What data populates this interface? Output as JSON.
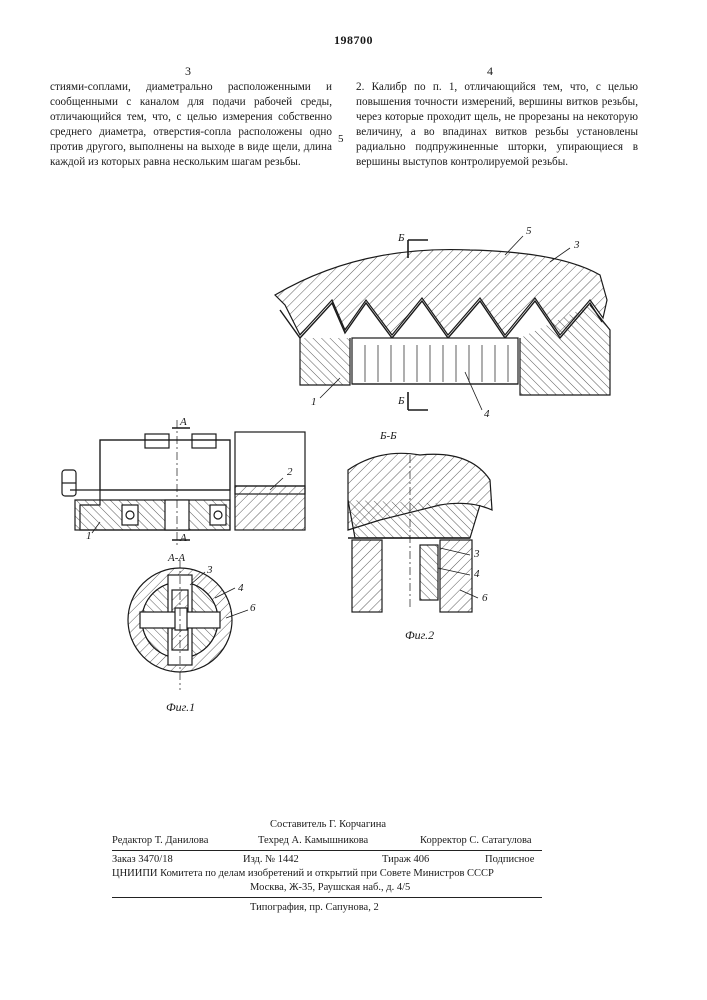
{
  "header": {
    "patent_number": "198700",
    "col_left_number": "3",
    "col_right_number": "4",
    "margin_line_number": "5"
  },
  "text": {
    "left_column": "стиями-соплами, диаметрально расположенными и сообщенными с каналом для подачи рабочей среды, отличающийся тем, что, с целью измерения собственно среднего диаметра, отверстия-сопла расположены одно против другого, выполнены на выходе в виде щели, длина каждой из которых равна нескольким шагам резьбы.",
    "right_column": "2. Калибр по п. 1, отличающийся тем, что, с целью повышения точности измерений, вершины витков резьбы, через которые проходит щель, не прорезаны на некоторую величину, а во впадинах витков резьбы установлены радиально подпружиненные шторки, упирающиеся в вершины выступов контролируемой резьбы."
  },
  "figures": {
    "top_labels": {
      "B_upper": "Б",
      "B_lower": "Б",
      "n5": "5",
      "n3": "3",
      "n1": "1",
      "n4": "4"
    },
    "fig1_labels": {
      "A_upper": "А",
      "A_lower": "А",
      "n2": "2",
      "n1": "1",
      "section": "А-А",
      "n3": "3",
      "n4": "4",
      "n6": "6"
    },
    "fig2_labels": {
      "section": "Б-Б",
      "n3": "3",
      "n4": "4",
      "n6": "6"
    },
    "fig1_caption": "Фиг.1",
    "fig2_caption": "Фиг.2"
  },
  "footer": {
    "compiler": "Составитель Г. Корчагина",
    "editor": "Редактор Т. Данилова",
    "techeditor": "Техред А. Камышникова",
    "corrector": "Корректор С. Сатагулова",
    "order": "Заказ 3470/18",
    "izd": "Изд. № 1442",
    "tirazh": "Тираж 406",
    "podpisnoe": "Подписное",
    "org_line1": "ЦНИИПИ Комитета по делам изобретений и открытий при Совете Министров СССР",
    "org_line2": "Москва, Ж-35, Раушская наб., д. 4/5",
    "typography": "Типография, пр. Сапунова, 2"
  }
}
